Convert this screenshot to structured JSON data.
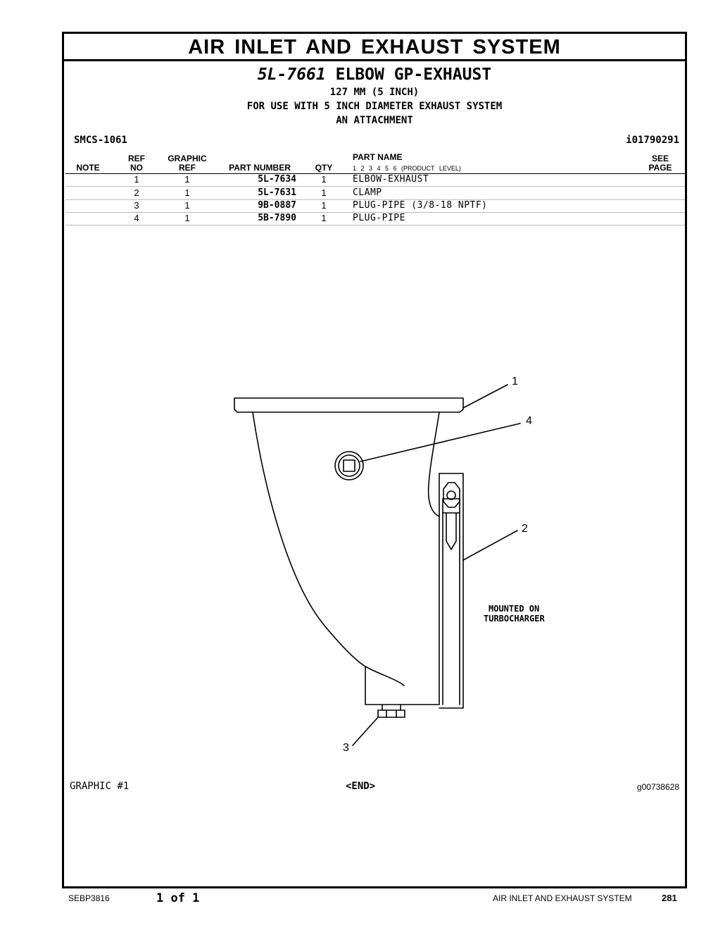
{
  "header": {
    "title": "AIR INLET AND EXHAUST SYSTEM",
    "group_part_number": "5L-7661",
    "group_name": "ELBOW GP-EXHAUST",
    "size": "127 MM (5 INCH)",
    "usage": "FOR USE WITH 5 INCH DIAMETER EXHAUST SYSTEM",
    "type": "AN ATTACHMENT",
    "smcs": "SMCS-1061",
    "illustration_id": "i01790291"
  },
  "table": {
    "columns": {
      "note": "NOTE",
      "ref_top": "REF",
      "ref_bottom": "NO",
      "graphic_top": "GRAPHIC",
      "graphic_bottom": "REF",
      "part_number": "PART NUMBER",
      "qty": "QTY",
      "part_name": "PART NAME",
      "levels": "1  2  3  4  5  6  (PRODUCT LEVEL)",
      "see_top": "SEE",
      "see_bottom": "PAGE"
    },
    "rows": [
      {
        "ref": "1",
        "graphic": "1",
        "part_number": "5L-7634",
        "qty": "1",
        "name": "ELBOW-EXHAUST"
      },
      {
        "ref": "2",
        "graphic": "1",
        "part_number": "5L-7631",
        "qty": "1",
        "name": "CLAMP"
      },
      {
        "ref": "3",
        "graphic": "1",
        "part_number": "9B-0887",
        "qty": "1",
        "name": "PLUG-PIPE (3/8-18 NPTF)"
      },
      {
        "ref": "4",
        "graphic": "1",
        "part_number": "5B-7890",
        "qty": "1",
        "name": "PLUG-PIPE"
      }
    ]
  },
  "graphic": {
    "callouts": [
      "1",
      "4",
      "2",
      "3"
    ],
    "note_line1": "MOUNTED ON",
    "note_line2": "TURBOCHARGER",
    "label": "GRAPHIC #1",
    "end_marker": "<END>",
    "graphic_id": "g00738628"
  },
  "footer": {
    "doc_number": "SEBP3816",
    "page_of": "1 of 1",
    "section": "AIR INLET AND EXHAUST SYSTEM",
    "page_number": "281"
  }
}
